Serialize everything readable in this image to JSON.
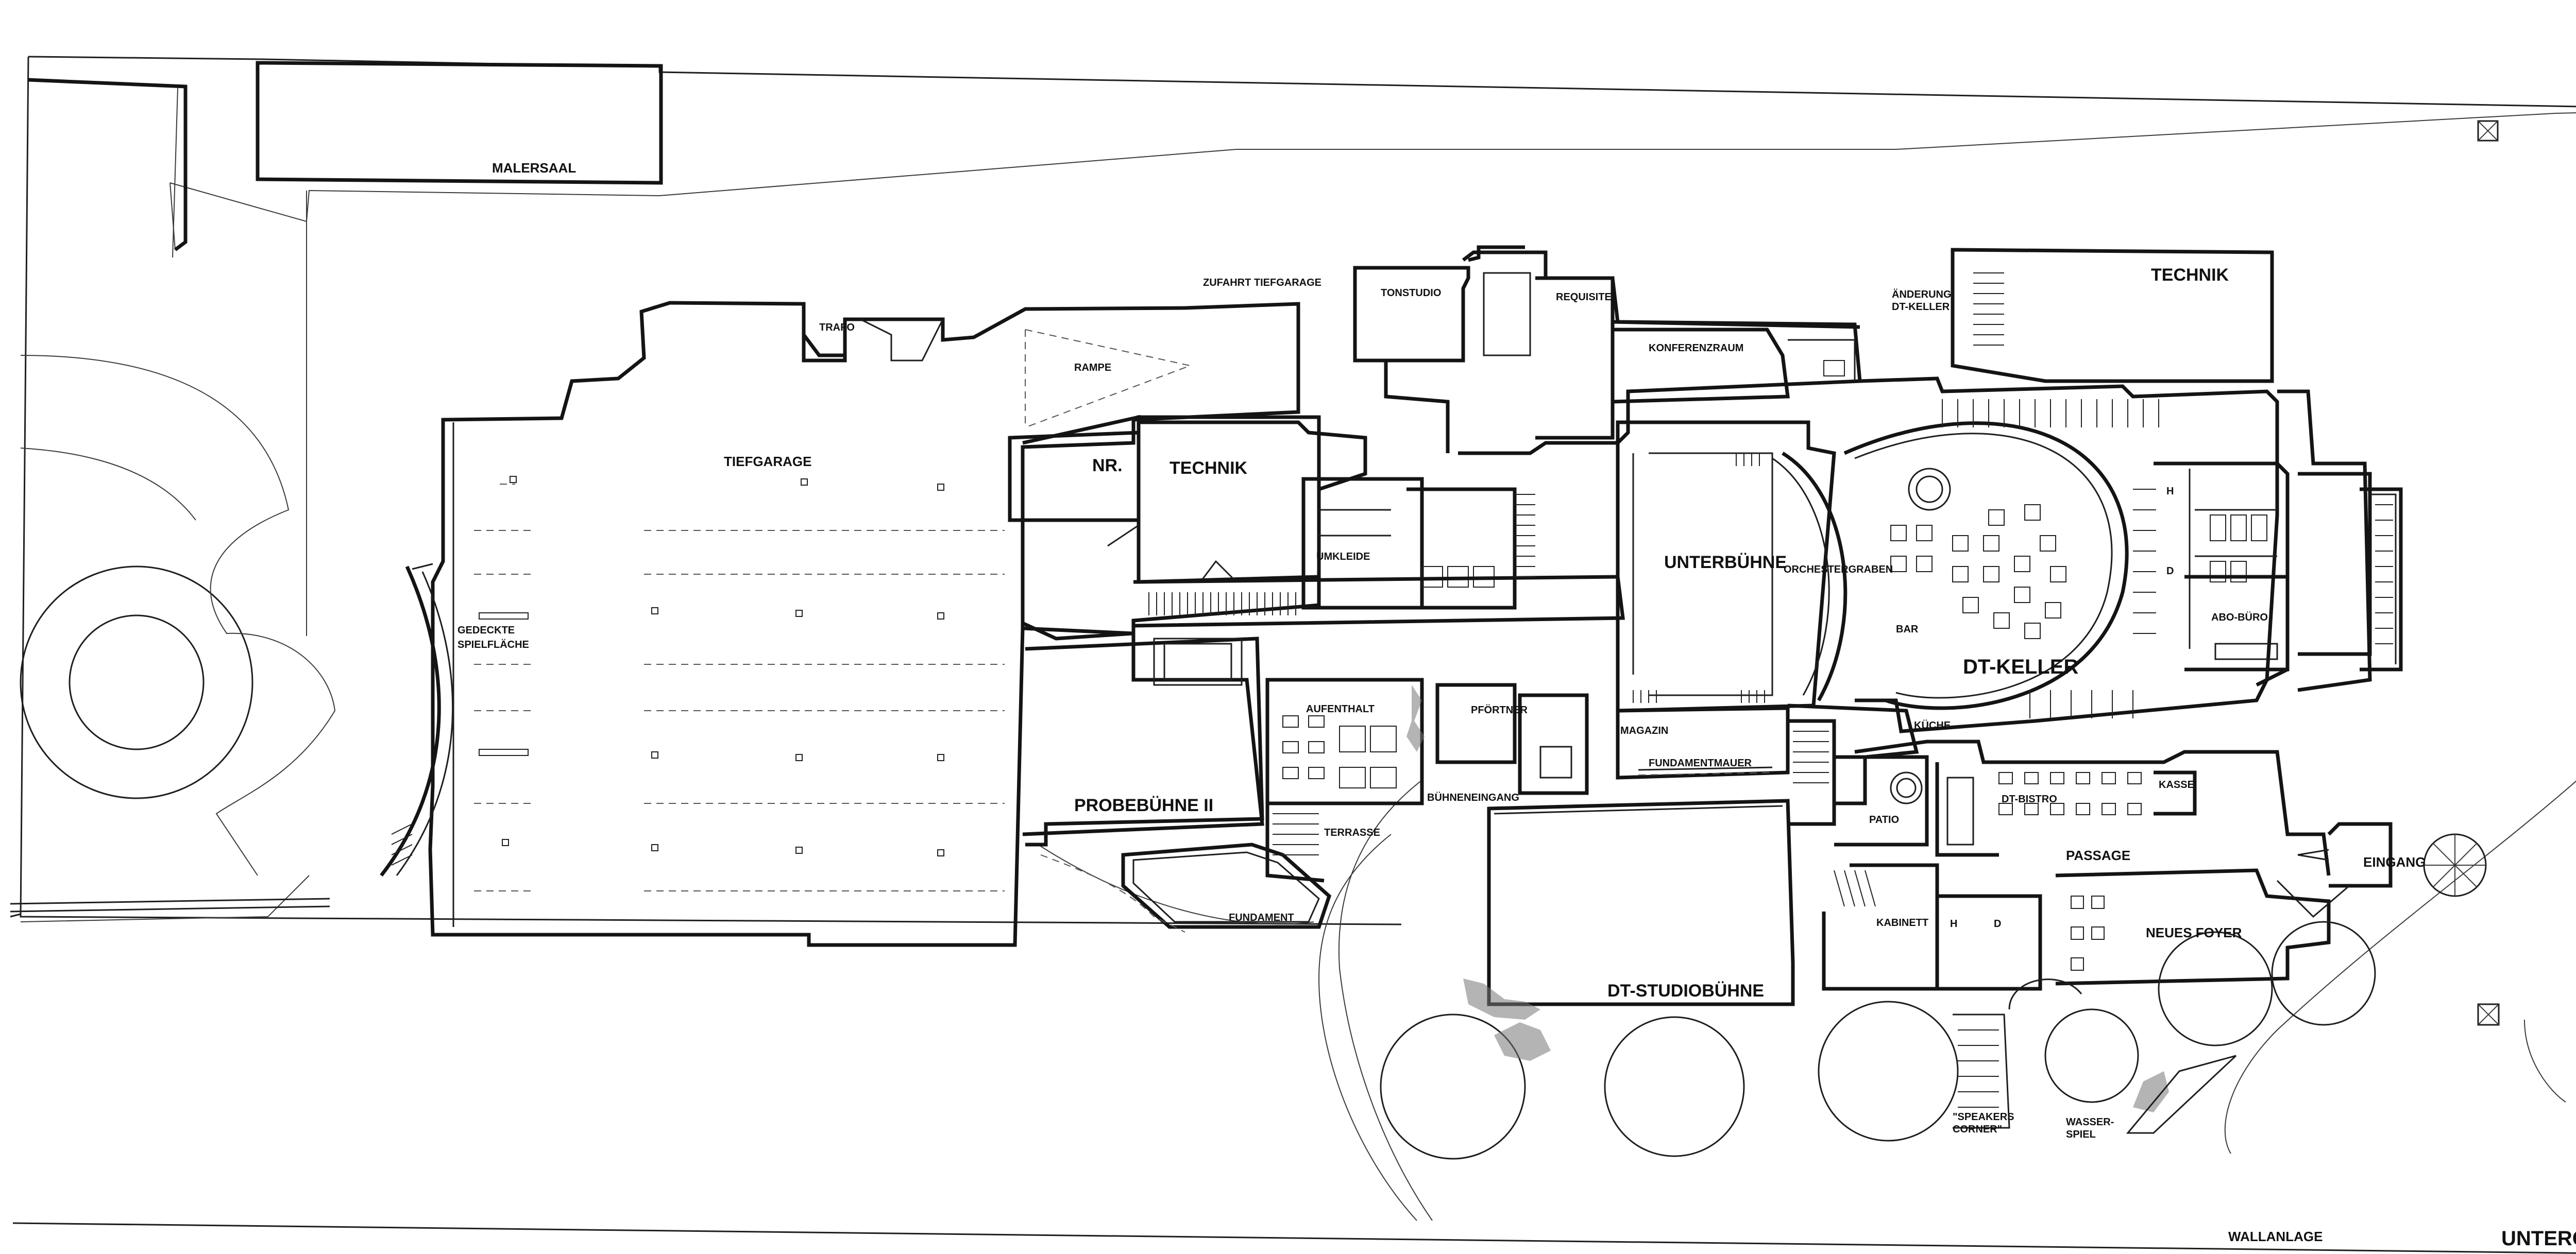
{
  "plan": {
    "title": "UNTERGESCHOSS",
    "wall_label": "WALLANLAGE"
  },
  "rooms": {
    "malersaal": "MALERSAAL",
    "tiefgarage": "TIEFGARAGE",
    "gedeckte_spielflaeche_1": "GEDECKTE",
    "gedeckte_spielflaeche_2": "SPIELFLÄCHE",
    "trafo": "TRAFO",
    "zufahrt_tiefgarage": "ZUFAHRT TIEFGARAGE",
    "rampe": "RAMPE",
    "nr": "NR.",
    "technik_west": "TECHNIK",
    "umkleide": "UMKLEIDE",
    "tonstudio": "TONSTUDIO",
    "requisite": "REQUISITE",
    "konferenzraum": "KONFERENZRAUM",
    "aenderung_1": "ÄNDERUNG",
    "aenderung_2": "DT-KELLER",
    "technik_east": "TECHNIK",
    "unterbuehne": "UNTERBÜHNE",
    "orchestergraben": "ORCHESTERGRABEN",
    "dt_keller": "DT-KELLER",
    "bar": "BAR",
    "abo_buero": "ABO-BÜRO",
    "aufenthalt": "AUFENTHALT",
    "pfoertner": "PFÖRTNER",
    "buehneneingang": "BÜHNENEINGANG",
    "terrasse": "TERRASSE",
    "probebuehne": "PROBEBÜHNE II",
    "fundament": "FUNDAMENT",
    "magazin": "MAGAZIN",
    "fundamentmauer": "FUNDAMENTMAUER",
    "kueche": "KÜCHE",
    "patio": "PATIO",
    "dt_bistro": "DT-BISTRO",
    "kasse": "KASSE",
    "passage": "PASSAGE",
    "eingang": "EINGANG",
    "kabinett": "KABINETT",
    "neues_foyer": "NEUES FOYER",
    "dt_studiobuehne": "DT-STUDIOBÜHNE",
    "speakers_1": "\"SPEAKERS",
    "speakers_2": "CORNER\"",
    "wasser_1": "WASSER-",
    "wasser_2": "SPIEL",
    "wc_h": "H",
    "wc_d": "D",
    "wc_h2": "H",
    "wc_d2": "D"
  }
}
